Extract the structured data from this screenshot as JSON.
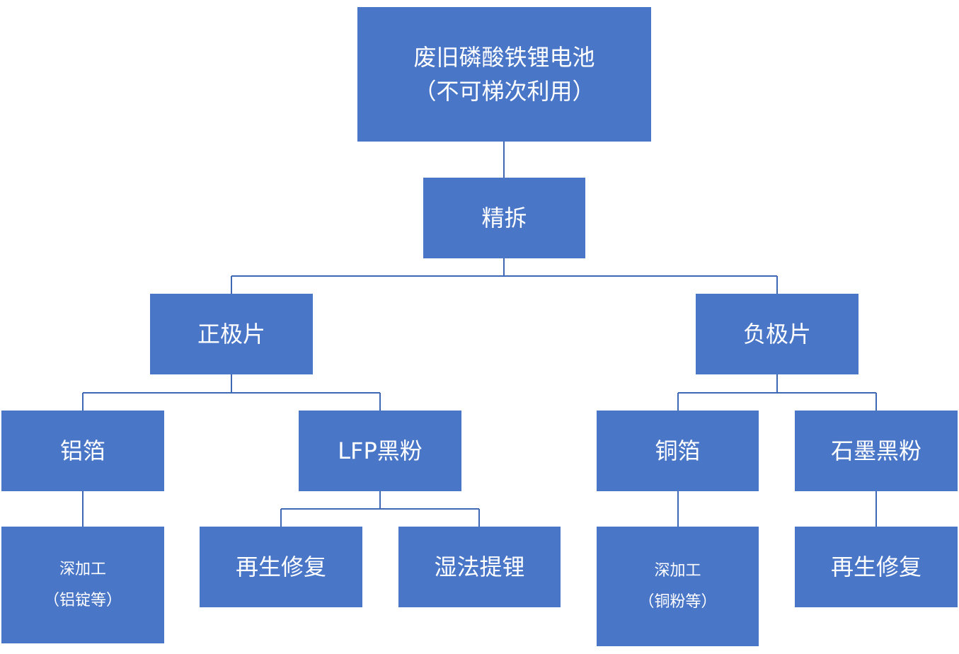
{
  "colors": {
    "node_fill": "#4a76c8",
    "node_text": "#ffffff",
    "connector": "#3f68b4"
  },
  "nodes": {
    "root": {
      "line1": "废旧磷酸铁锂电池",
      "line2": "（不可梯次利用）"
    },
    "dismantle": {
      "label": "精拆"
    },
    "cathode": {
      "label": "正极片"
    },
    "anode": {
      "label": "负极片"
    },
    "al_foil": {
      "label": "铝箔"
    },
    "lfp_powder": {
      "label": "LFP黑粉"
    },
    "cu_foil": {
      "label": "铜箔"
    },
    "graphite_powder": {
      "label": "石墨黑粉"
    },
    "al_processing": {
      "line1": "深加工",
      "line2": "（铝锭等）"
    },
    "lfp_regen": {
      "label": "再生修复"
    },
    "wet_extract": {
      "label": "湿法提锂"
    },
    "cu_processing": {
      "line1": "深加工",
      "line2": "（铜粉等）"
    },
    "graphite_regen": {
      "label": "再生修复"
    }
  }
}
